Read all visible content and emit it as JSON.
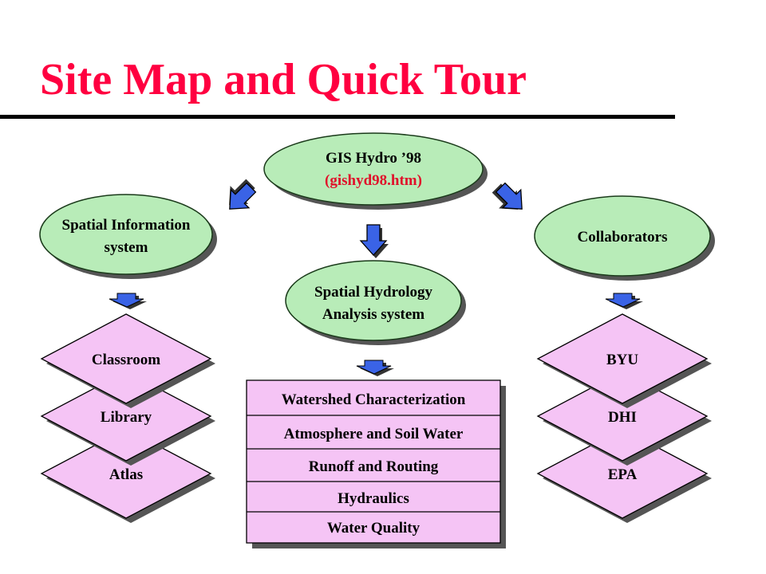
{
  "title": "Site Map and Quick Tour",
  "colors": {
    "title": "#ff0040",
    "oval_fill": "#b8ecb8",
    "diamond_fill": "#f5c4f5",
    "arrow_fill": "#3a63e6",
    "filename_text": "#e0102a"
  },
  "nodes": {
    "root": {
      "line1": "GIS Hydro ’98",
      "line2": "(gishyd98.htm)"
    },
    "spatial_info": {
      "line1": "Spatial Information",
      "line2": "system"
    },
    "spatial_hydro": {
      "line1": "Spatial Hydrology",
      "line2": "Analysis system"
    },
    "collaborators": {
      "label": "Collaborators"
    }
  },
  "left_stack": [
    "Classroom",
    "Library",
    "Atlas"
  ],
  "right_stack": [
    "BYU",
    "DHI",
    "EPA"
  ],
  "modules": [
    "Watershed Characterization",
    "Atmosphere and Soil Water",
    "Runoff and Routing",
    "Hydraulics",
    "Water Quality"
  ]
}
